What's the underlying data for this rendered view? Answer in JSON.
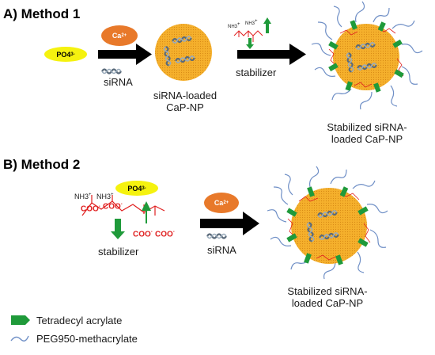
{
  "method1": {
    "title": "A) Method 1",
    "phosphate": "PO4",
    "phosphate_charge": "3-",
    "calcium": "Ca",
    "calcium_charge": "2+",
    "sirna": "siRNA",
    "stabilizer": "stabilizer",
    "amine": "NH3",
    "amine_charge": "+",
    "np_label_1": "siRNA-loaded",
    "np_label_2": "CaP-NP",
    "result_label_1": "Stabilized siRNA-",
    "result_label_2": "loaded  CaP-NP"
  },
  "method2": {
    "title": "B) Method 2",
    "phosphate": "PO4",
    "phosphate_charge": "3-",
    "amine": "NH3",
    "amine_charge": "+",
    "carboxylate": "COO",
    "carboxylate_charge": "-",
    "stabilizer": "stabilizer",
    "calcium": "Ca",
    "calcium_charge": "2+",
    "sirna": "siRNA",
    "result_label_1": "Stabilized siRNA-",
    "result_label_2": "loaded  CaP-NP"
  },
  "legend": {
    "tetradecyl": "Tetradecyl acrylate",
    "peg": "PEG950-methacrylate"
  },
  "colors": {
    "phosphate": "#f5f20f",
    "calcium": "#e8792a",
    "nanoparticle": "#f2a421",
    "tetradecyl": "#1f9a3a",
    "peg": "#6f8fc6",
    "carboxylate": "#e02020",
    "sirna": "#6d7e8e"
  }
}
